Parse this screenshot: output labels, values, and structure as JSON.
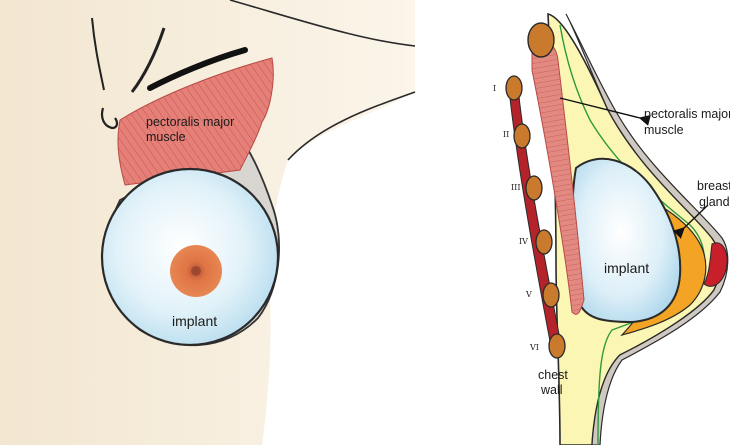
{
  "front_view": {
    "muscle_label_line1": "pectoralis major",
    "muscle_label_line2": "muscle",
    "implant_label": "implant"
  },
  "side_view": {
    "muscle_label_line1": "pectoralis major",
    "muscle_label_line2": "muscle",
    "gland_label_line1": "breast",
    "gland_label_line2": "gland",
    "implant_label": "implant",
    "chest_wall_line1": "chest",
    "chest_wall_line2": "wall",
    "rib_numerals": [
      "I",
      "II",
      "III",
      "IV",
      "V",
      "VI"
    ]
  },
  "colors": {
    "skin": "#f8f0e2",
    "muscle": "#e07a74",
    "implant": "#d4ecf6",
    "fat": "#fbf6b0",
    "gland": "#f4a020",
    "nipple": "#d96a3a",
    "rib": "#c97a2c",
    "intercostal": "#b5232a"
  }
}
